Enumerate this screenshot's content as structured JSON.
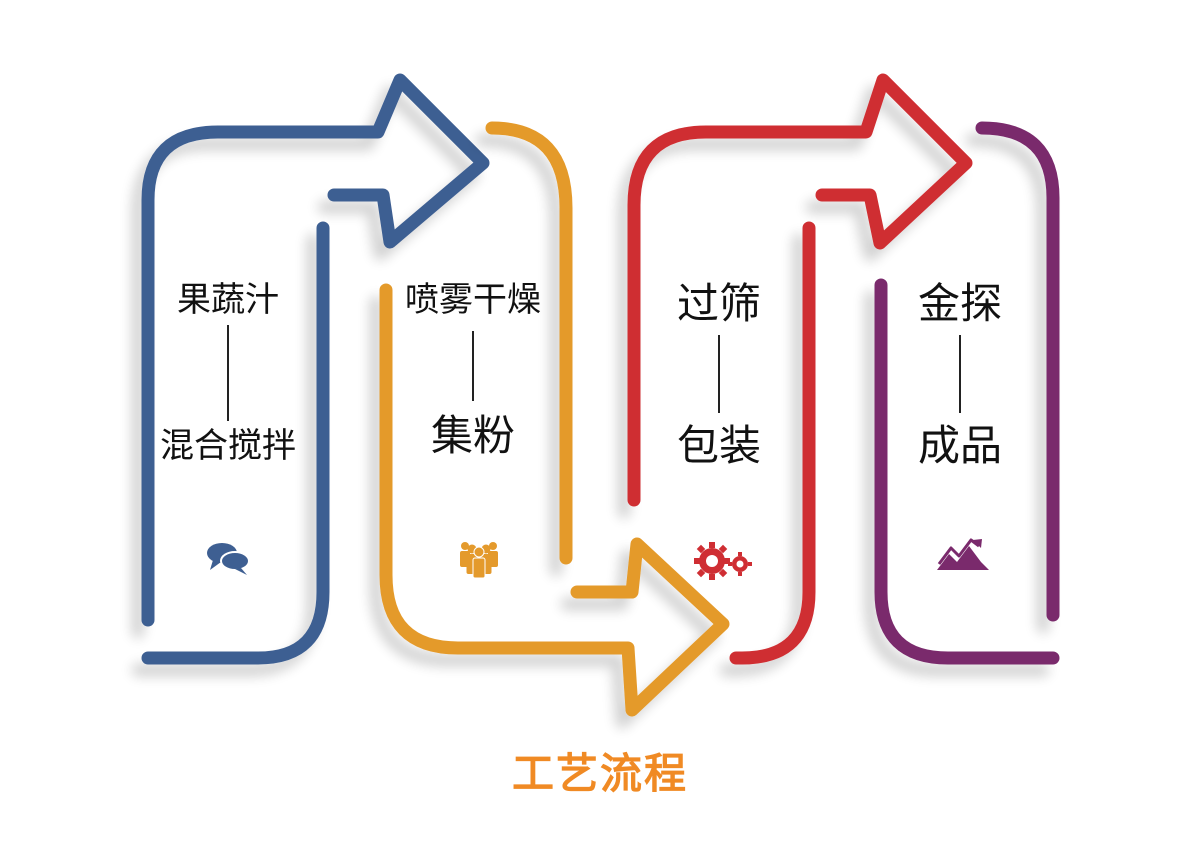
{
  "title": "工艺流程",
  "colors": {
    "blue": "#3E5F92",
    "orange": "#E49A2C",
    "red": "#CF2E33",
    "purple": "#7A2A6C",
    "title": "#F08A24"
  },
  "steps": [
    {
      "label_top": "果蔬汁",
      "label_bottom": "混合搅拌",
      "icon": "chat-bubbles-icon",
      "color": "#3E5F92"
    },
    {
      "label_top": "喷雾干燥",
      "label_bottom": "集粉",
      "icon": "people-group-icon",
      "color": "#E49A2C"
    },
    {
      "label_top": "过筛",
      "label_bottom": "包装",
      "icon": "gears-icon",
      "color": "#CF2E33"
    },
    {
      "label_top": "金探",
      "label_bottom": "成品",
      "icon": "chart-mountain-icon",
      "color": "#7A2A6C"
    }
  ]
}
